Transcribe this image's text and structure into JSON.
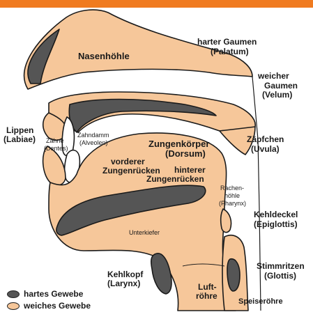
{
  "colors": {
    "accent_bar": "#f07b20",
    "soft_tissue": "#f6c79a",
    "hard_tissue": "#555555",
    "outline": "#1a1a1a"
  },
  "labels": {
    "nasal_cavity": "Nasenhöhle",
    "hard_palate": "harter Gaumen",
    "hard_palate_latin": "(Palatum)",
    "soft_palate": "weicher",
    "soft_palate_2": "Gaumen",
    "soft_palate_latin": "(Velum)",
    "lips": "Lippen",
    "lips_latin": "(Labiae)",
    "teeth": "Zähne",
    "teeth_latin": "(Dentes)",
    "alveolar": "Zahndamm",
    "alveolar_latin": "(Alveolen)",
    "tongue_body": "Zungenkörper",
    "tongue_body_latin": "(Dorsum)",
    "uvula": "Zäpfchen",
    "uvula_latin": "(Uvula)",
    "front_tongue": "vorderer",
    "front_tongue_2": "Zungenrücken",
    "back_tongue": "hinterer",
    "back_tongue_2": "Zungenrücken",
    "pharynx": "Rachen-",
    "pharynx_2": "höhle",
    "pharynx_latin": "(Pharynx)",
    "epiglottis": "Kehldeckel",
    "epiglottis_latin": "(Epiglottis)",
    "jaw": "Unterkiefer",
    "glottis": "Stimmritzen",
    "glottis_latin": "(Glottis)",
    "larynx": "Kehlkopf",
    "larynx_latin": "(Larynx)",
    "trachea": "Luft-",
    "trachea_2": "röhre",
    "esophagus": "Speiseröhre"
  },
  "legend": {
    "hard": "hartes Gewebe",
    "soft": "weiches Gewebe"
  }
}
